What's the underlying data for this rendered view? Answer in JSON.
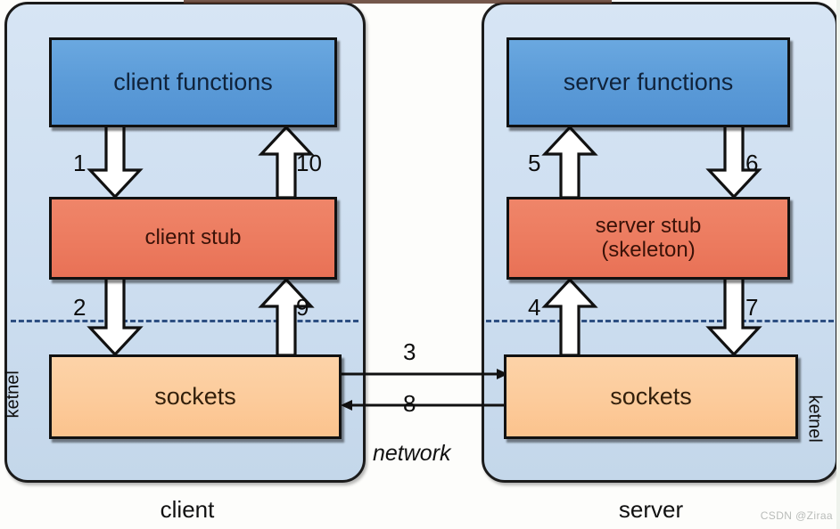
{
  "diagram": {
    "title": "RPC client-server stub and socket communication",
    "colors": {
      "panel_fill": "#cddef0",
      "functions_fill": "#5b9bd8",
      "stub_fill": "#ec7b5f",
      "sockets_fill": "#fccb9b",
      "outline": "#111111",
      "kernel_dash": "#2d4f82",
      "arrow_fill": "#ffffff"
    }
  },
  "client": {
    "caption": "client",
    "kernel_label": "ketnel",
    "functions": "client functions",
    "stub": "client stub",
    "sockets": "sockets",
    "steps": {
      "functions_to_stub": "1",
      "stub_to_sockets": "2",
      "sockets_to_stub": "9",
      "stub_to_functions": "10"
    }
  },
  "server": {
    "caption": "server",
    "kernel_label": "ketnel",
    "functions": "server functions",
    "stub_line1": "server stub",
    "stub_line2": "(skeleton)",
    "sockets": "sockets",
    "steps": {
      "stub_to_functions": "5",
      "functions_to_stub": "6",
      "stub_to_sockets": "7",
      "sockets_to_stub": "4"
    }
  },
  "network": {
    "label": "network",
    "request_step": "3",
    "reply_step": "8"
  },
  "watermark": "CSDN @Ziraa"
}
